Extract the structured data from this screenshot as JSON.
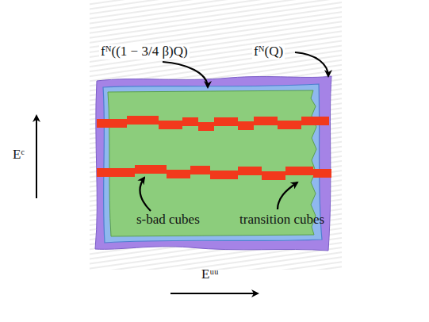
{
  "diagram": {
    "labels": [
      "fᴺ((1 − 3/4 β)Q)",
      "fᴺ(Q)",
      "s-bad cubes",
      "transition cubes",
      "Eᶜ",
      "Eᵘᵘ"
    ]
  }
}
